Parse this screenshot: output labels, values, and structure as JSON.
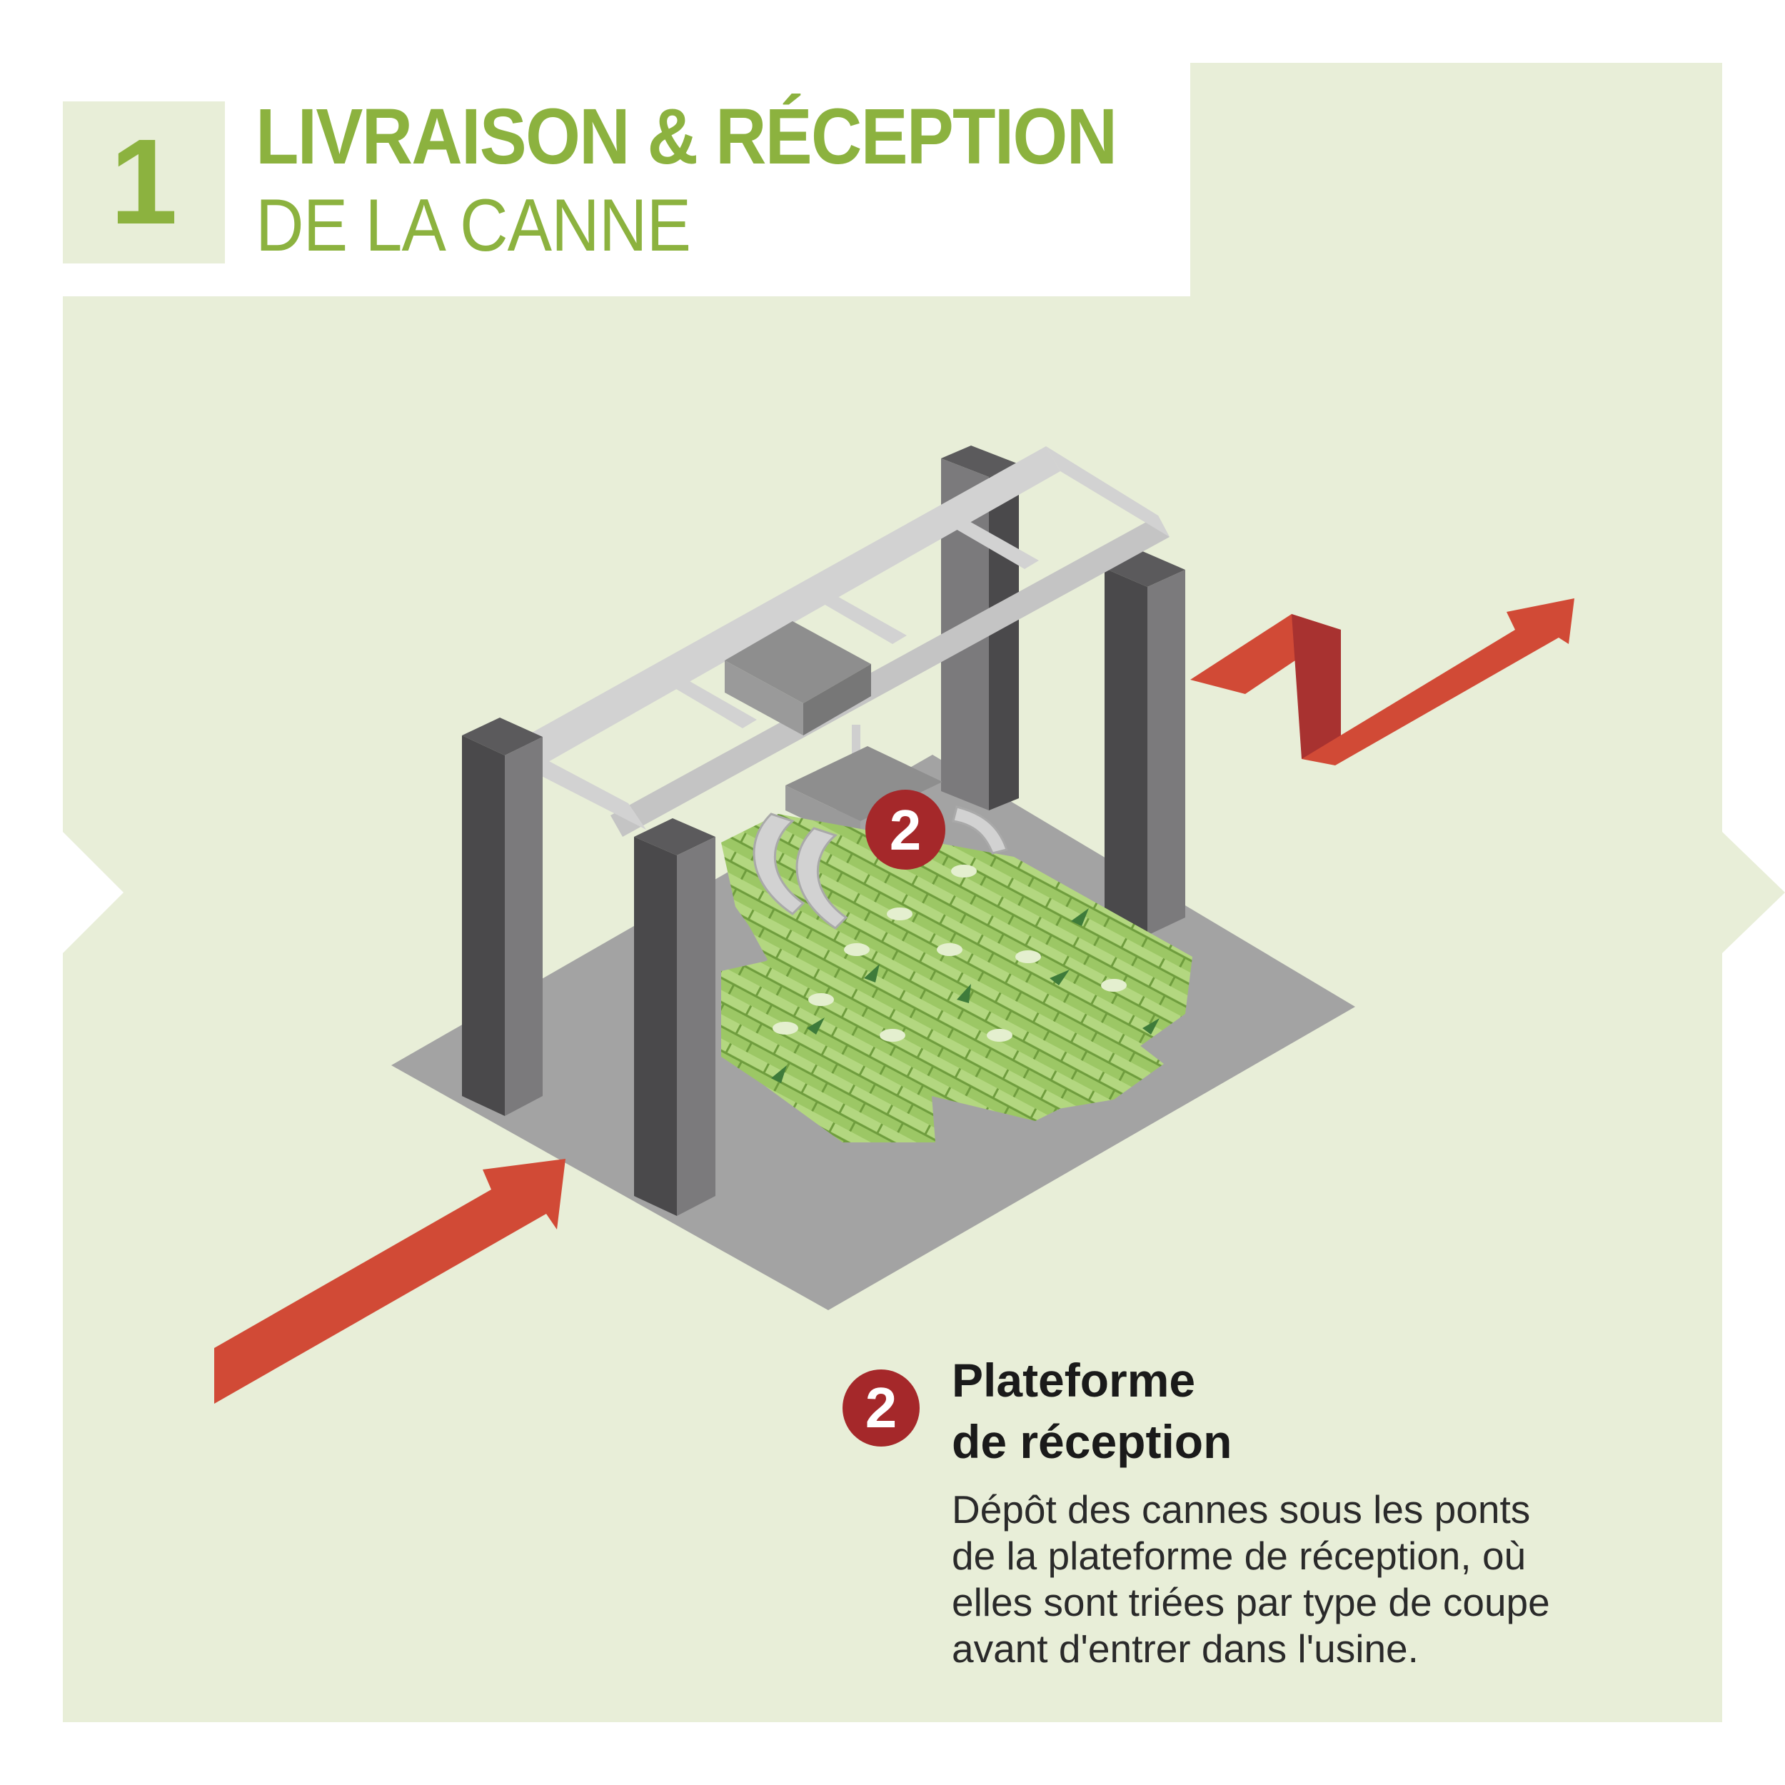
{
  "header": {
    "step_number": "1",
    "title_line1": "LIVRAISON & RÉCEPTION",
    "title_line2": "DE LA CANNE"
  },
  "illustration": {
    "marker_label": "2",
    "colors": {
      "panel": "#e8eed8",
      "accent_green": "#8cb23f",
      "arrow_red": "#d14a36",
      "arrow_red_dark": "#a83230",
      "badge_red": "#a5282a",
      "platform": "#a3a3a3",
      "pillar_dark": "#4a494b",
      "pillar_mid": "#7b7a7c",
      "crane": "#d2d2d2",
      "cane_green": "#9cc765"
    }
  },
  "legend": {
    "badge": "2",
    "title_lines": [
      "Plateforme",
      "de réception"
    ],
    "description_lines": [
      "Dépôt des cannes sous les ponts",
      "de la plateforme de réception, où",
      "elles sont triées par type de coupe",
      "avant d'entrer dans l'usine."
    ]
  }
}
